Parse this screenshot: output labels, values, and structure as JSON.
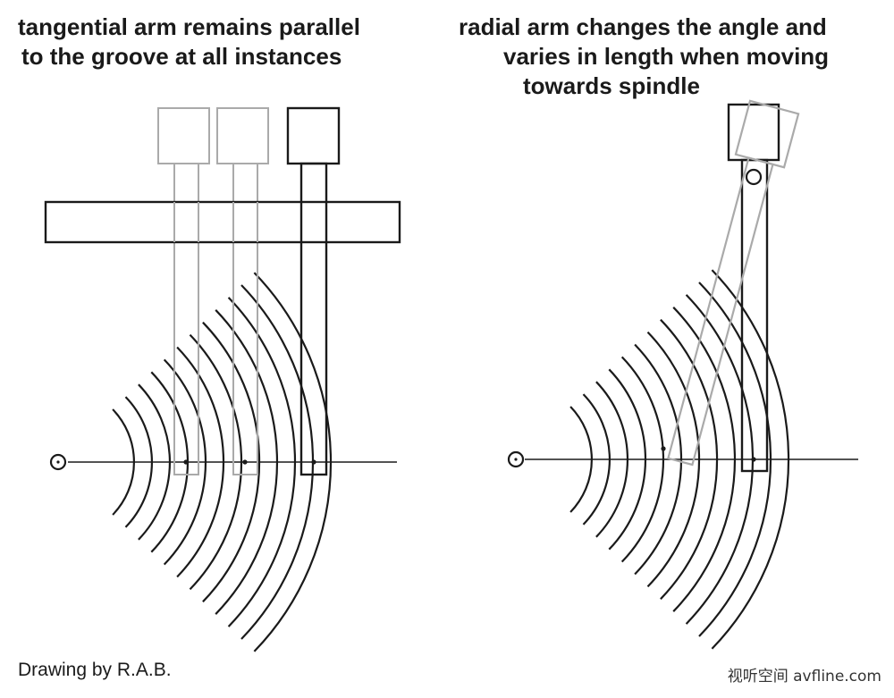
{
  "diagram": {
    "left_caption": {
      "line1": "tangential arm remains parallel",
      "line2": "to the groove at all instances"
    },
    "right_caption": {
      "line1": "radial arm changes the angle and",
      "line2": "varies in length when moving",
      "line3": "towards spindle"
    },
    "credit": "Drawing by R.A.B.",
    "watermark": "视听空间 avfline.com",
    "colors": {
      "ink": "#1a1a1a",
      "ghost": "#aaaaaa"
    }
  }
}
